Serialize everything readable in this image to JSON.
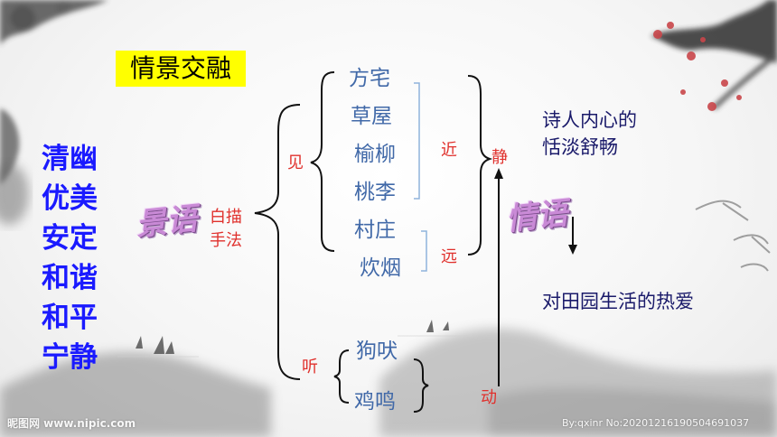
{
  "title": "情景交融",
  "left_column": {
    "lines": [
      "清幽",
      "优美",
      "安定",
      "和谐",
      "和平",
      "宁静"
    ]
  },
  "wordart": {
    "scenery": "景语",
    "emotion": "情语"
  },
  "technique": {
    "line1": "白描",
    "line2": "手法"
  },
  "see_label": "见",
  "hear_label": "听",
  "near_label": "近",
  "far_label": "远",
  "quiet_label": "静",
  "motion_label": "动",
  "sights": [
    "方宅",
    "草屋",
    "榆柳",
    "桃李",
    "村庄",
    "炊烟"
  ],
  "sounds": [
    "狗吠",
    "鸡鸣"
  ],
  "emotion_text": {
    "line1": "诗人内心的",
    "line2": "恬淡舒畅",
    "line3": "对田园生活的热爱"
  },
  "watermarks": {
    "left": "昵图网 www.nipic.com",
    "right": "By:qxinr No:20201216190504691037"
  },
  "colors": {
    "title_bg": "#ffff00",
    "left_text": "#1a1aff",
    "labels": "#e0302c",
    "scenery_words": "#4169a8",
    "wordart": "#c98ad6"
  }
}
